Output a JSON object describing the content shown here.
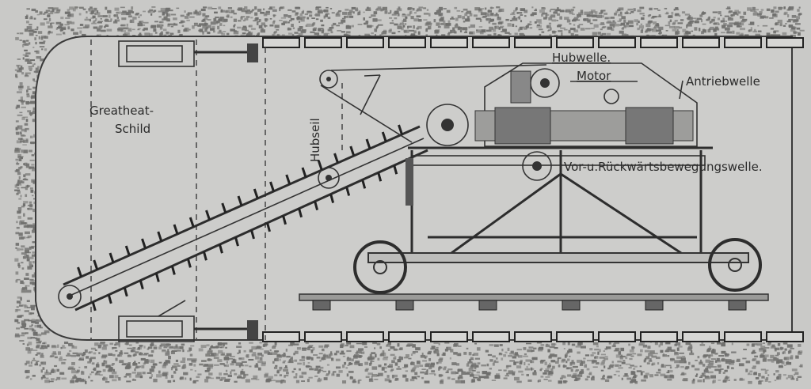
{
  "labels": {
    "shield": [
      "Greatheat-",
      "Schild"
    ],
    "hoist_rope": "Hubseil",
    "hoist_shaft": "Hubwelle.",
    "motor": "Motor",
    "drive_shaft": "Antriebwelle",
    "travel_shaft": "Vor-u.Rückwärtsbewegungswelle."
  }
}
